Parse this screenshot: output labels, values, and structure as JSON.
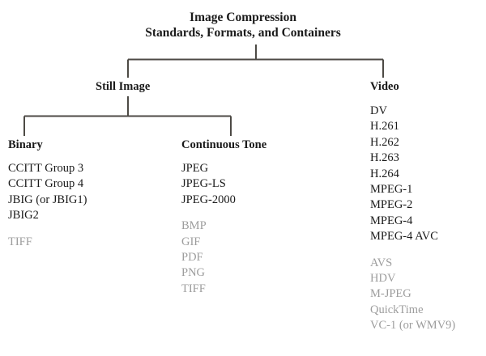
{
  "diagram": {
    "title": {
      "line1": "Image Compression",
      "line2": "Standards, Formats, and Containers"
    },
    "branches": {
      "still_image": "Still Image",
      "video": "Video"
    },
    "colors": {
      "text": "#1a1a1a",
      "muted_text": "#9d9d9d",
      "connector": "#4d4a45",
      "background": "#ffffff"
    },
    "columns": [
      {
        "id": "binary",
        "heading": "Binary",
        "items": [
          {
            "label": "CCITT Group 3",
            "muted": false
          },
          {
            "label": "CCITT Group 4",
            "muted": false
          },
          {
            "label": "JBIG (or JBIG1)",
            "muted": false
          },
          {
            "label": "JBIG2",
            "muted": false
          },
          {
            "label": "TIFF",
            "muted": true
          }
        ]
      },
      {
        "id": "continuous-tone",
        "heading": "Continuous Tone",
        "items": [
          {
            "label": "JPEG",
            "muted": false
          },
          {
            "label": "JPEG-LS",
            "muted": false
          },
          {
            "label": "JPEG-2000",
            "muted": false
          },
          {
            "label": "BMP",
            "muted": true
          },
          {
            "label": "GIF",
            "muted": true
          },
          {
            "label": "PDF",
            "muted": true
          },
          {
            "label": "PNG",
            "muted": true
          },
          {
            "label": "TIFF",
            "muted": true
          }
        ]
      },
      {
        "id": "video",
        "heading": "Video",
        "items": [
          {
            "label": "DV",
            "muted": false
          },
          {
            "label": "H.261",
            "muted": false
          },
          {
            "label": "H.262",
            "muted": false
          },
          {
            "label": "H.263",
            "muted": false
          },
          {
            "label": "H.264",
            "muted": false
          },
          {
            "label": "MPEG-1",
            "muted": false
          },
          {
            "label": "MPEG-2",
            "muted": false
          },
          {
            "label": "MPEG-4",
            "muted": false
          },
          {
            "label": "MPEG-4 AVC",
            "muted": false
          },
          {
            "label": "AVS",
            "muted": true
          },
          {
            "label": "HDV",
            "muted": true
          },
          {
            "label": "M-JPEG",
            "muted": true
          },
          {
            "label": "QuickTime",
            "muted": true
          },
          {
            "label": "VC-1 (or WMV9)",
            "muted": true
          }
        ]
      }
    ]
  }
}
